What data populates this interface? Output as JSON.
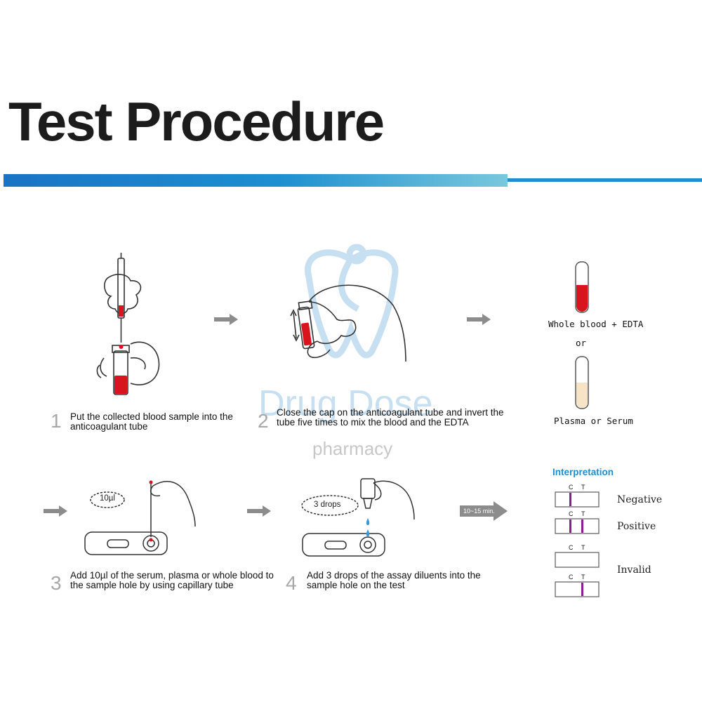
{
  "title": "Test Procedure",
  "colors": {
    "accent_blue": "#1d8fd0",
    "blood_red": "#d8141e",
    "plasma": "#f7e3c6",
    "line_purple": "#8a1d8f",
    "arrow_gray": "#8c8c8c"
  },
  "steps": [
    {
      "number": "1",
      "text": "Put the collected blood sample into the anticoagulant tube"
    },
    {
      "number": "2",
      "text": "Close the cap on the anticoagulant tube and invert the tube five times to mix the blood and the EDTA"
    },
    {
      "number": "3",
      "text": "Add 10µl of the serum, plasma or whole blood to the sample hole by using capillary tube"
    },
    {
      "number": "4",
      "text": "Add 3 drops of the assay diluents into the sample hole on the test"
    }
  ],
  "samples": {
    "whole_blood": "Whole blood + EDTA",
    "or": "or",
    "plasma": "Plasma or Serum"
  },
  "callouts": {
    "volume": "10µl",
    "drops": "3 drops",
    "time": "10~15 min."
  },
  "interpretation": {
    "title": "Interpretation",
    "c_label": "C",
    "t_label": "T",
    "results": [
      "Negative",
      "Positive",
      "Invalid"
    ]
  },
  "watermark": {
    "brand": "Drug Dose",
    "sub": "pharmacy"
  }
}
